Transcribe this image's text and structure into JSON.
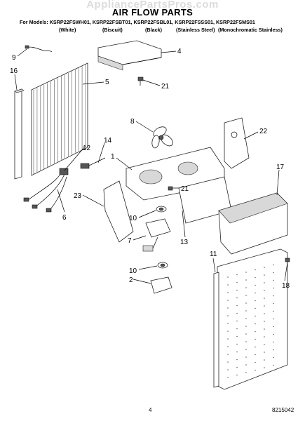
{
  "watermark": "AppliancePartsPros.com",
  "title": "AIR FLOW PARTS",
  "models_line": "For Models: KSRP22FSWH01, KSRP22FSBT01, KSRP22FSBL01, KSRP22FSSS01, KSRP22FSMS01",
  "colors": [
    "(White)",
    "(Biscuit)",
    "(Black)",
    "(Stainless Steel)",
    "(Monochromatic Stainless)"
  ],
  "callouts": [
    "1",
    "2",
    "4",
    "5",
    "6",
    "7",
    "8",
    "9",
    "10",
    "10",
    "11",
    "12",
    "13",
    "14",
    "16",
    "17",
    "18",
    "21",
    "21",
    "22",
    "23"
  ],
  "page_number": "4",
  "doc_number": "8215042"
}
